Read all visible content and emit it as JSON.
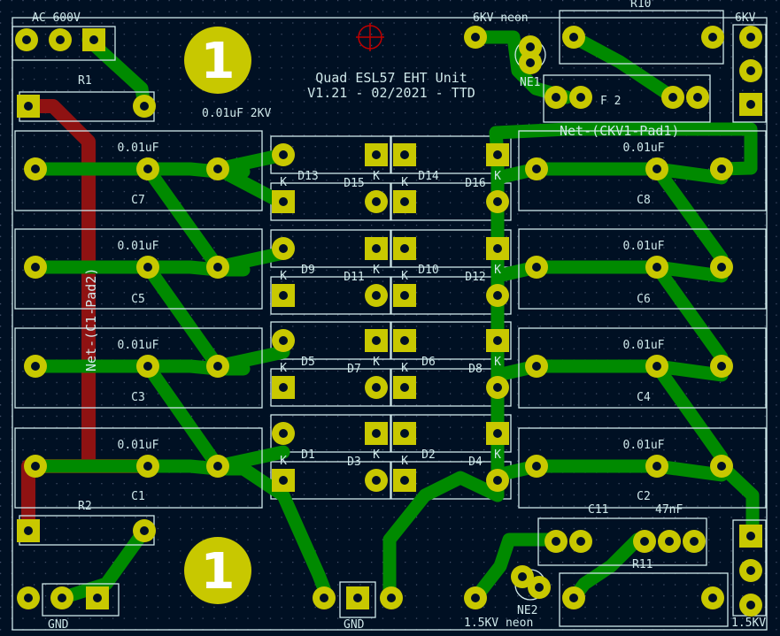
{
  "title": {
    "line1": "Quad ESL57 EHT Unit",
    "line2": "V1.21 - 02/2021 - TTD"
  },
  "labels": {
    "ac": "AC 600V",
    "neon6kv": "6KV neon",
    "r10": "R10",
    "sixkv": "6KV",
    "r1": "R1",
    "ne1": "NE1",
    "cap_top": "0.01uF 2KV",
    "c_partial": "F 2",
    "net_top": "Net-(CKV1-Pad1)",
    "net_left": "Net-(C1-Pad2)",
    "r2": "R2",
    "c11": "C11",
    "c11_val": "47nF",
    "r11": "R11",
    "ne2": "NE2",
    "gnd_left": "GND",
    "gnd_mid": "GND",
    "neon15kv": "1.5KV neon",
    "onefivekv": "1.5KV",
    "fiducial": "1"
  },
  "capacitors": [
    {
      "ref": "C7",
      "value": "0.01uF"
    },
    {
      "ref": "C5",
      "value": "0.01uF"
    },
    {
      "ref": "C3",
      "value": "0.01uF"
    },
    {
      "ref": "C1",
      "value": "0.01uF"
    },
    {
      "ref": "C8",
      "value": "0.01uF"
    },
    {
      "ref": "C6",
      "value": "0.01uF"
    },
    {
      "ref": "C4",
      "value": "0.01uF"
    },
    {
      "ref": "C2",
      "value": "0.01uF"
    }
  ],
  "diode_rows": [
    [
      "D13",
      "D15",
      "D14",
      "D16"
    ],
    [
      "D9",
      "D11",
      "D10",
      "D12"
    ],
    [
      "D5",
      "D7",
      "D6",
      "D8"
    ],
    [
      "D1",
      "D3",
      "D2",
      "D4"
    ]
  ],
  "diode_k": "K",
  "colors": {
    "board": "#001023",
    "copper": "#008a00",
    "back_copper": "#8f1212",
    "pad": "#c8c800",
    "drill": "#001023",
    "silk": "#cfe8ea",
    "fab": "#c9d2c9",
    "marker": "#c00000"
  }
}
